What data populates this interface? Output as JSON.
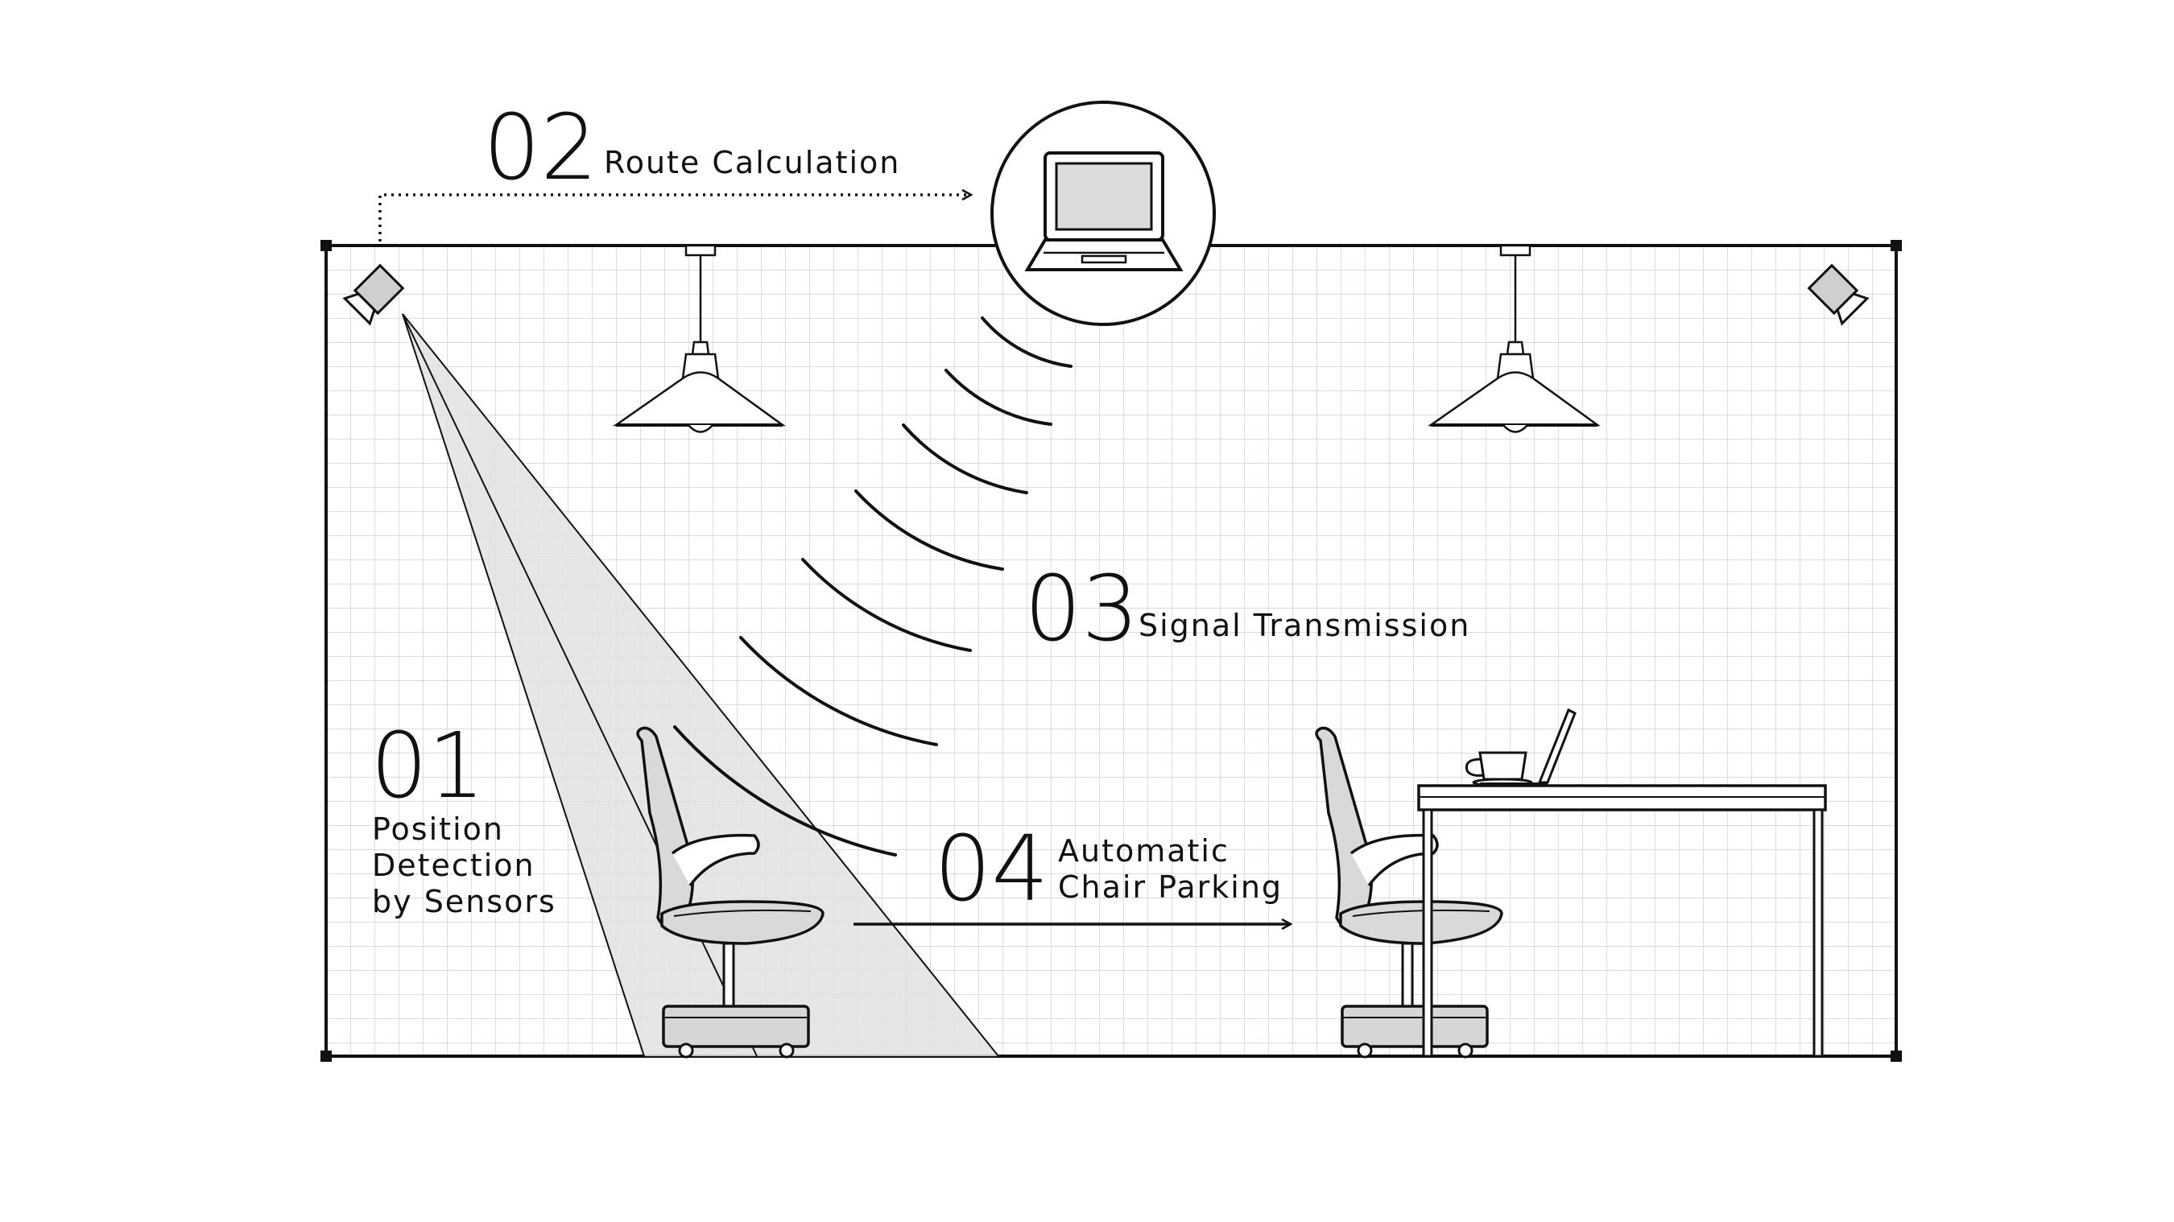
{
  "steps": [
    {
      "number": "01",
      "lines": [
        "Position",
        "Detection",
        "by Sensors"
      ]
    },
    {
      "number": "02",
      "label": "Route Calculation"
    },
    {
      "number": "03",
      "label": "Signal Transmission"
    },
    {
      "number": "04",
      "lines": [
        "Automatic",
        "Chair Parking"
      ]
    }
  ],
  "colors": {
    "line": "#111111",
    "grid": "#cfcfcf",
    "beam": "#e2e2e2",
    "fill_gray": "#d6d6d6",
    "background": "#ffffff"
  },
  "icons": [
    "sensor-camera-icon",
    "laptop-icon",
    "pendant-lamp-icon",
    "chair-icon",
    "desk-icon",
    "coffee-cup-icon",
    "signal-wave-icon"
  ]
}
